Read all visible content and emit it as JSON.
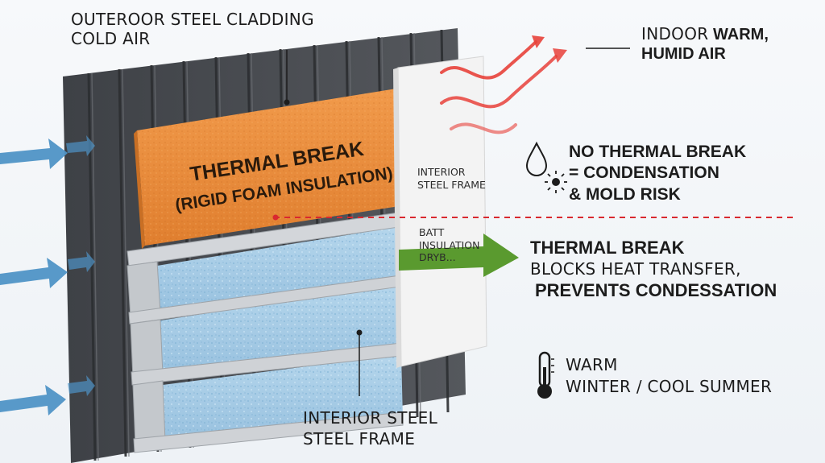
{
  "labels": {
    "exterior_line1": "OUTEROOR STEEL CLADDING",
    "exterior_line2": "COLD AIR",
    "indoor_prefix": "INDOOR",
    "indoor_bold1": "WARM,",
    "indoor_line2": "HUMID AIR",
    "no_break_line1": "NO THERMAL BREAK",
    "no_break_line2": "= CONDENSATION",
    "no_break_line3": "& MOLD RISK",
    "break_title": "THERMAL BREAK",
    "break_line2": "BLOCKS HEAT TRANSFER,",
    "break_line3": "PREVENTS CONDESSATION",
    "season_line1": "WARM",
    "season_line2": "WINTER / COOL SUMMER",
    "frame_line1": "INTERIOR STEEL",
    "frame_line2": "STEEL FRAME",
    "foam_line1": "THERMAL BREAK",
    "foam_line2": "(RIGID FOAM INSULATION)",
    "board_frame1": "INTERIOR",
    "board_frame2": "STEEL FRAME",
    "board_batt1": "BATT",
    "board_batt2": "INSULATION",
    "board_batt3": "DRYB..."
  },
  "icons": [
    "water-drop-icon",
    "mold-icon",
    "thermometer-icon",
    "wavy-heat-arrow-icon",
    "cold-air-arrow-icon",
    "thermal-break-arrow-icon"
  ],
  "colors": {
    "cladding": "#4a4d52",
    "foam": "#e8893a",
    "batt": "#a9cde6",
    "steel": "#c9ccd0",
    "drywall": "#f1f1f1",
    "cold_arrow": "#4f93c6",
    "heat_arrow": "#e8413a",
    "green_arrow": "#5a9a2f",
    "dashed_line": "#d9282f"
  }
}
